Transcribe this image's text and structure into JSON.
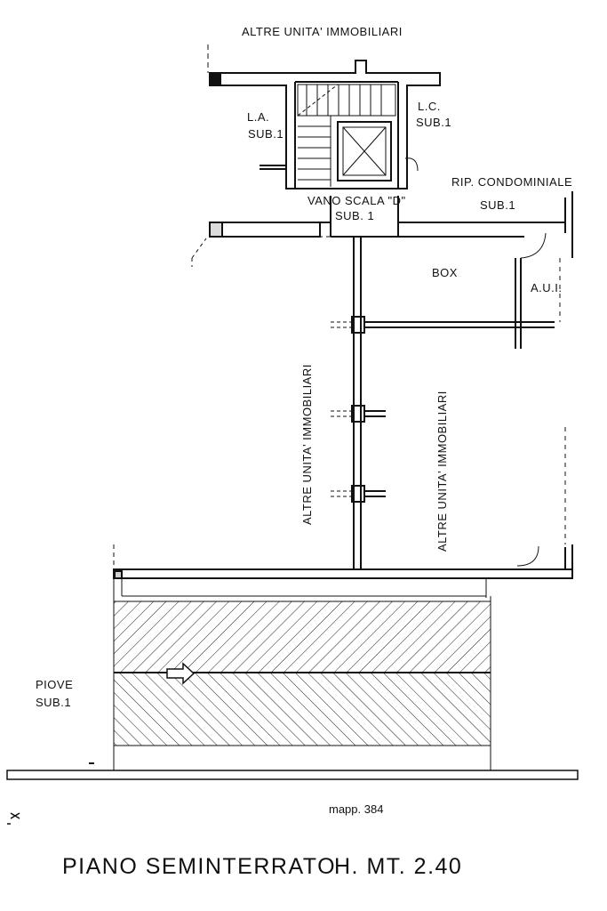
{
  "labels": {
    "altre_top": "ALTRE   UNITA'   IMMOBILIARI",
    "la_1": "L.A.",
    "la_2": "SUB.1",
    "lc_1": "L.C.",
    "lc_2": "SUB.1",
    "vano_1": "VANO SCALA \"D\"",
    "vano_2": "SUB. 1",
    "rip_1": "RIP. CONDOMINIALE",
    "rip_2": "SUB.1",
    "box": "BOX",
    "aui": "A.U.I.",
    "altre_left": "ALTRE   UNITA'   IMMOBILIARI",
    "altre_right": "ALTRE   UNITA'   IMMOBILIARI",
    "piove_1": "PIOVE",
    "piove_2": "SUB.1",
    "mapp": "mapp. 384",
    "title": "PIANO SEMINTERRATO",
    "height": "H. MT. 2.40"
  }
}
